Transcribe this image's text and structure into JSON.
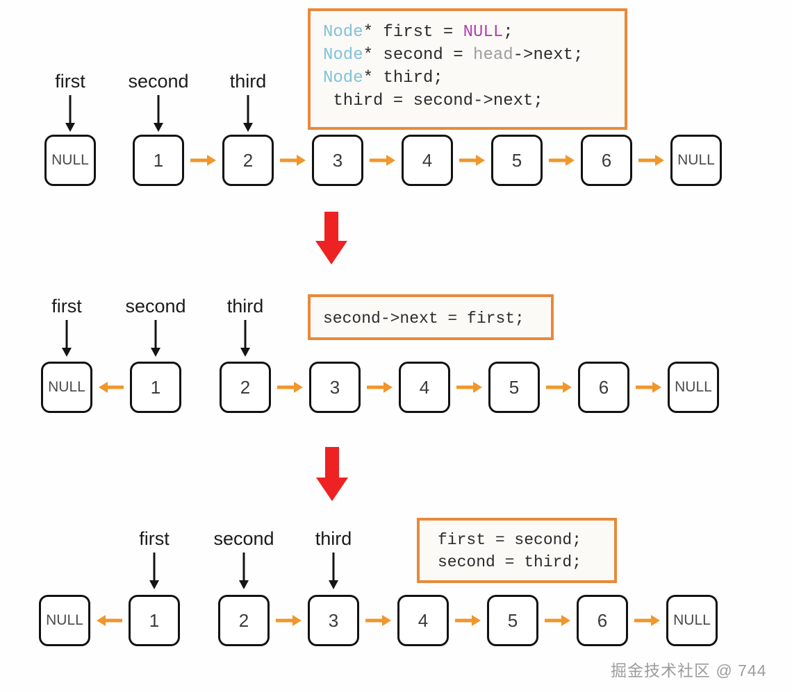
{
  "meta": {
    "title": "Linked List Reversal Walkthrough",
    "watermark": "掘金技术社区 @ 744",
    "colors": {
      "link_arrow": "#F0962B",
      "node_border": "#111111",
      "code_border": "#E8893A",
      "code_bg": "#FBFAF7",
      "transition_arrow": "#EE2222",
      "type_keyword": "#7FC3D8",
      "null_keyword": "#B23FB2",
      "dim_text": "#9D9D9D"
    }
  },
  "steps": [
    {
      "id": "step-1",
      "nodes": [
        {
          "label": "NULL",
          "kind": "null"
        },
        {
          "label": "1",
          "kind": "value"
        },
        {
          "label": "2",
          "kind": "value"
        },
        {
          "label": "3",
          "kind": "value"
        },
        {
          "label": "4",
          "kind": "value"
        },
        {
          "label": "5",
          "kind": "value"
        },
        {
          "label": "6",
          "kind": "value"
        },
        {
          "label": "NULL",
          "kind": "null"
        }
      ],
      "links": [
        {
          "from": 1,
          "to": 2,
          "direction": "right"
        },
        {
          "from": 2,
          "to": 3,
          "direction": "right"
        },
        {
          "from": 3,
          "to": 4,
          "direction": "right"
        },
        {
          "from": 4,
          "to": 5,
          "direction": "right"
        },
        {
          "from": 5,
          "to": 6,
          "direction": "right"
        },
        {
          "from": 6,
          "to": 7,
          "direction": "right"
        }
      ],
      "pointers": [
        {
          "label": "first",
          "target_index": 0
        },
        {
          "label": "second",
          "target_index": 1
        },
        {
          "label": "third",
          "target_index": 2
        }
      ],
      "code": {
        "lines": [
          [
            {
              "t": "Node",
              "c": "type"
            },
            {
              "t": "* ",
              "c": "plain"
            },
            {
              "t": "first = ",
              "c": "plain"
            },
            {
              "t": "NULL",
              "c": "null"
            },
            {
              "t": ";",
              "c": "plain"
            }
          ],
          [
            {
              "t": "Node",
              "c": "type"
            },
            {
              "t": "* ",
              "c": "plain"
            },
            {
              "t": "second = ",
              "c": "plain"
            },
            {
              "t": "head",
              "c": "dim"
            },
            {
              "t": "->next;",
              "c": "plain"
            }
          ],
          [
            {
              "t": "Node",
              "c": "type"
            },
            {
              "t": "* ",
              "c": "plain"
            },
            {
              "t": "third;",
              "c": "plain"
            }
          ],
          [
            {
              "t": " third = second->next;",
              "c": "plain"
            }
          ]
        ]
      }
    },
    {
      "id": "step-2",
      "nodes": [
        {
          "label": "NULL",
          "kind": "null"
        },
        {
          "label": "1",
          "kind": "value"
        },
        {
          "label": "2",
          "kind": "value"
        },
        {
          "label": "3",
          "kind": "value"
        },
        {
          "label": "4",
          "kind": "value"
        },
        {
          "label": "5",
          "kind": "value"
        },
        {
          "label": "6",
          "kind": "value"
        },
        {
          "label": "NULL",
          "kind": "null"
        }
      ],
      "links": [
        {
          "from": 1,
          "to": 0,
          "direction": "left"
        },
        {
          "from": 2,
          "to": 3,
          "direction": "right"
        },
        {
          "from": 3,
          "to": 4,
          "direction": "right"
        },
        {
          "from": 4,
          "to": 5,
          "direction": "right"
        },
        {
          "from": 5,
          "to": 6,
          "direction": "right"
        },
        {
          "from": 6,
          "to": 7,
          "direction": "right"
        }
      ],
      "pointers": [
        {
          "label": "first",
          "target_index": 0
        },
        {
          "label": "second",
          "target_index": 1
        },
        {
          "label": "third",
          "target_index": 2
        }
      ],
      "code": {
        "lines": [
          [
            {
              "t": "second->next = first;",
              "c": "plain"
            }
          ]
        ]
      }
    },
    {
      "id": "step-3",
      "nodes": [
        {
          "label": "NULL",
          "kind": "null"
        },
        {
          "label": "1",
          "kind": "value"
        },
        {
          "label": "2",
          "kind": "value"
        },
        {
          "label": "3",
          "kind": "value"
        },
        {
          "label": "4",
          "kind": "value"
        },
        {
          "label": "5",
          "kind": "value"
        },
        {
          "label": "6",
          "kind": "value"
        },
        {
          "label": "NULL",
          "kind": "null"
        }
      ],
      "links": [
        {
          "from": 1,
          "to": 0,
          "direction": "left"
        },
        {
          "from": 2,
          "to": 3,
          "direction": "right"
        },
        {
          "from": 3,
          "to": 4,
          "direction": "right"
        },
        {
          "from": 4,
          "to": 5,
          "direction": "right"
        },
        {
          "from": 5,
          "to": 6,
          "direction": "right"
        },
        {
          "from": 6,
          "to": 7,
          "direction": "right"
        }
      ],
      "pointers": [
        {
          "label": "first",
          "target_index": 1
        },
        {
          "label": "second",
          "target_index": 2
        },
        {
          "label": "third",
          "target_index": 3
        }
      ],
      "code": {
        "lines": [
          [
            {
              "t": "first = second;",
              "c": "plain"
            }
          ],
          [
            {
              "t": "second = third;",
              "c": "plain"
            }
          ]
        ]
      }
    }
  ]
}
